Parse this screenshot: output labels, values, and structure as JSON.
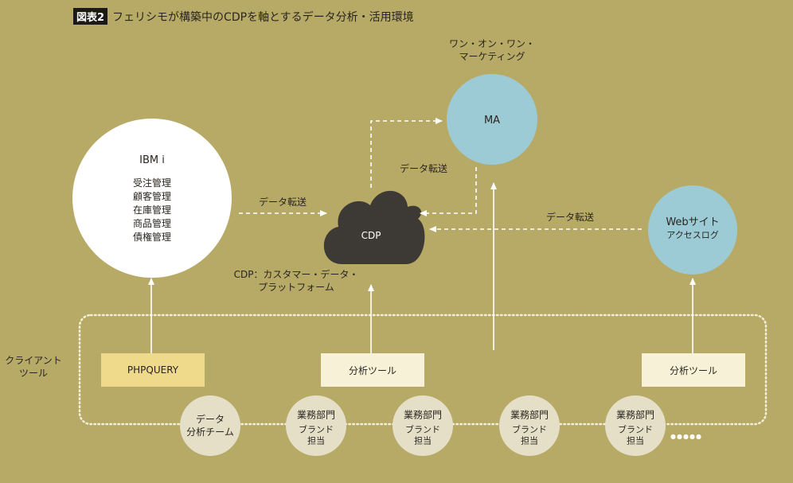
{
  "title": {
    "badge": "図表2",
    "text": "フェリシモが構築中のCDPを軸とするデータ分析・活用環境"
  },
  "ibm": {
    "name": "IBM i",
    "items": [
      "受注管理",
      "顧客管理",
      "在庫管理",
      "商品管理",
      "債権管理"
    ]
  },
  "cdp": {
    "label": "CDP",
    "caption_line1": "CDP：カスタマー・データ・",
    "caption_line2": "プラットフォーム"
  },
  "ma": {
    "label": "MA",
    "caption_line1": "ワン・オン・ワン・",
    "caption_line2": "マーケティング"
  },
  "web": {
    "line1": "Webサイト",
    "line2": "アクセスログ"
  },
  "arrows": {
    "ibm_to_cdp": "データ転送",
    "cdp_ma": "データ転送",
    "web_to_cdp": "データ転送"
  },
  "client": {
    "line1": "クライアント",
    "line2": "ツール"
  },
  "tools": [
    "PHPQUERY",
    "分析ツール",
    "分析ツール"
  ],
  "users": [
    {
      "line1": "データ",
      "line2": "分析チーム"
    },
    {
      "line1": "業務部門",
      "line2": "ブランド",
      "line3": "担当"
    },
    {
      "line1": "業務部門",
      "line2": "ブランド",
      "line3": "担当"
    },
    {
      "line1": "業務部門",
      "line2": "ブランド",
      "line3": "担当"
    },
    {
      "line1": "業務部門",
      "line2": "ブランド",
      "line3": "担当"
    }
  ],
  "more": "●●●●●",
  "colors": {
    "bg": "#b7aa66",
    "cloud": "#3d3935",
    "blue": "#9ccbd6",
    "phpquery": "#efd98a",
    "tool": "#f7f1d8",
    "user": "#e6dfc8"
  }
}
